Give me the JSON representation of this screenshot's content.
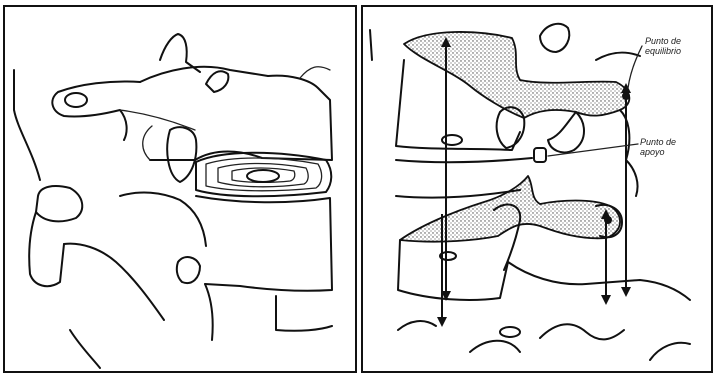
{
  "figure": {
    "panels": [
      {
        "id": "left",
        "subject": "lateral view of lumbar vertebrae with intervertebral disc"
      },
      {
        "id": "right",
        "subject": "lateral view of vertebrae with shaded load regions and force arrows"
      }
    ],
    "labels": {
      "equilibrium_point": "Punto de equilibrio",
      "support_point": "Punto de apoyo"
    },
    "colors": {
      "ink": "#111111",
      "background": "#ffffff",
      "stipple": "#555555"
    }
  }
}
